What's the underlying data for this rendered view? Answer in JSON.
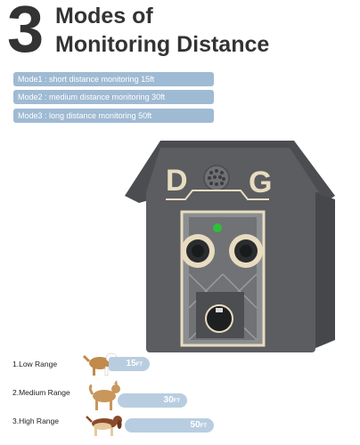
{
  "header": {
    "number": "3",
    "line1": "Modes of",
    "line2": "Monitoring Distance"
  },
  "modes": [
    {
      "label": "Mode1 : short distance monitoring 15ft"
    },
    {
      "label": "Mode2 : medium distance monitoring 30ft"
    },
    {
      "label": "Mode3 : long distance monitoring  50ft"
    }
  ],
  "device": {
    "letters": [
      "D",
      "G"
    ],
    "status_light_color": "#2fbf3a",
    "body_color": "#5b5d60",
    "trim_color": "#e8dcc0"
  },
  "ranges": [
    {
      "label": "1.Low Range",
      "value": "15",
      "unit": "FT",
      "icon": "small-dog-icon"
    },
    {
      "label": "2.Medium Range",
      "value": "30",
      "unit": "FT",
      "icon": "medium-dog-icon"
    },
    {
      "label": "3.High Range",
      "value": "50",
      "unit": "FT",
      "icon": "long-dog-icon"
    }
  ],
  "colors": {
    "pill": "#9fbad3",
    "range_bar": "#b9cde0",
    "heading": "#333333"
  }
}
